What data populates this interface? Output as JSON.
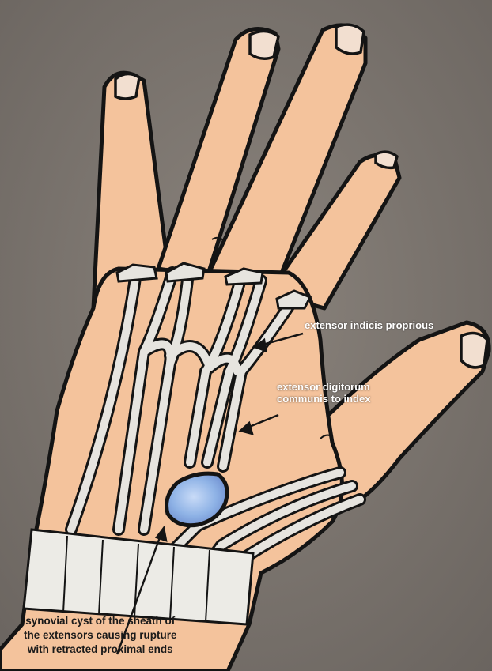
{
  "labels": {
    "extensor_indicis": "extensor indicis proprious",
    "extensor_digitorum_line1": "extensor digitorum",
    "extensor_digitorum_line2": "communis to index",
    "cyst_line1": "synovial cyst of the sheath of",
    "cyst_line2": "the extensors causing rupture",
    "cyst_line3": "with retracted proximal ends"
  },
  "colors": {
    "background": "#7d7670",
    "skin": "#f4c39c",
    "tendon": "#e6e4df",
    "retinaculum": "#ecebe6",
    "cyst": "#8fb3e6",
    "outline": "#141414"
  }
}
